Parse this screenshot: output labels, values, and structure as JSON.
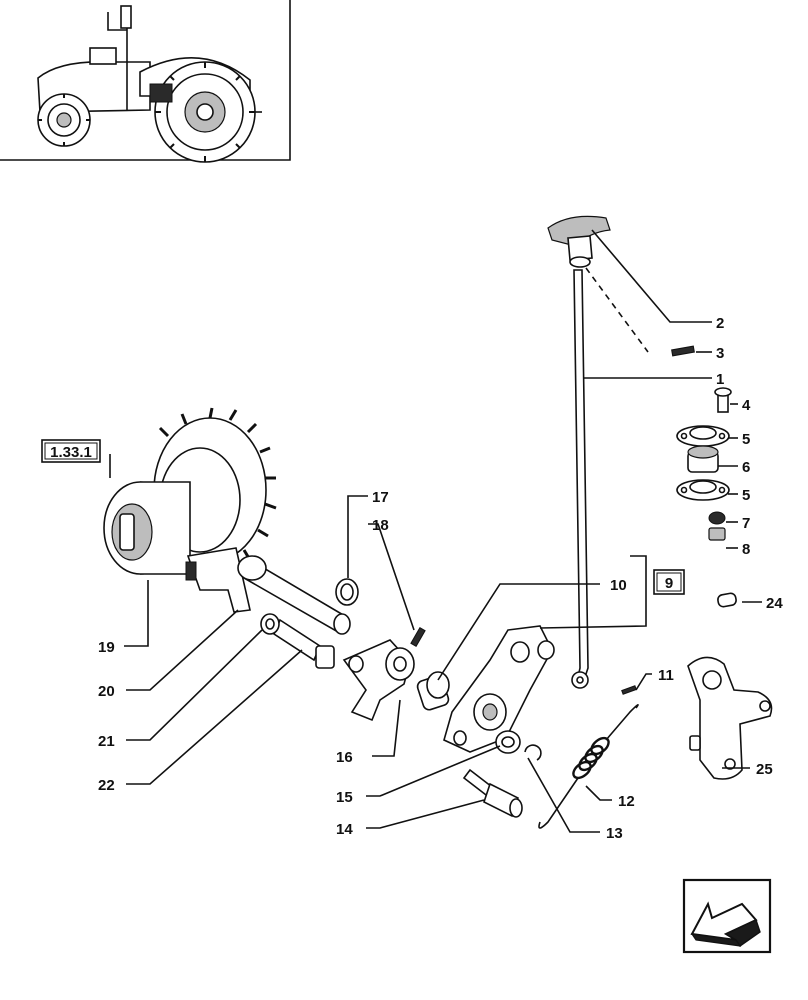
{
  "part_labels": {
    "p1": "1",
    "p2": "2",
    "p3": "3",
    "p4": "4",
    "p5a": "5",
    "p5b": "5",
    "p6": "6",
    "p7": "7",
    "p8": "8",
    "p10": "10",
    "p11": "11",
    "p12": "12",
    "p13": "13",
    "p14": "14",
    "p15": "15",
    "p16": "16",
    "p17": "17",
    "p18": "18",
    "p19": "19",
    "p20": "20",
    "p21": "21",
    "p22": "22",
    "p24": "24",
    "p25": "25"
  },
  "reference_boxes": {
    "ref_1_33_1": "1.33.1",
    "ref_9": "9"
  },
  "icons": {
    "thumbnail": "tractor-thumbnail-icon",
    "navigation": "arrow-back-icon"
  }
}
